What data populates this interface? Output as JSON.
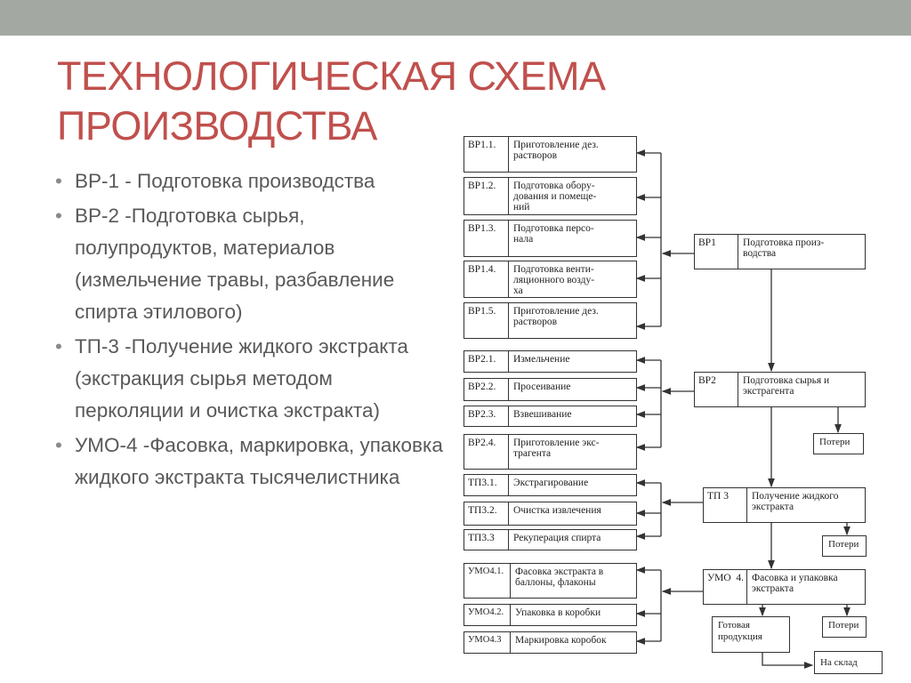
{
  "title": "ТЕХНОЛОГИЧЕСКАЯ СХЕМА ПРОИЗВОДСТВА",
  "bullets": [
    "ВР-1 - Подготовка производства",
    "ВР-2 -Подготовка сырья, полупродуктов, материалов (измельчение травы, разбавление спирта этилового)",
    "ТП-3 -Получение жидкого экстракта (экстракция сырья методом перколяции и очистка экстракта)",
    "УМО-4 -Фасовка, маркировка, упаковка жидкого экстракта тысячелистника"
  ],
  "diagram": {
    "sub": [
      {
        "id": "ВР1.1.",
        "text": "Приготовление дез.\n растворов"
      },
      {
        "id": "ВР1.2.",
        "text": "Подготовка обору-\nдования и помеще-\nний"
      },
      {
        "id": "ВР1.3.",
        "text": "Подготовка персо-\nнала"
      },
      {
        "id": "ВР1.4.",
        "text": "Подготовка венти-\nляционного возду-\nха"
      },
      {
        "id": "ВР1.5.",
        "text": "Приготовление дез.\n растворов"
      },
      {
        "id": "ВР2.1.",
        "text": "Измельчение"
      },
      {
        "id": "ВР2.2.",
        "text": "Просеивание"
      },
      {
        "id": "ВР2.3.",
        "text": "Взвешивание"
      },
      {
        "id": "ВР2.4.",
        "text": "Приготовление экс-\nтрагента"
      },
      {
        "id": "ТП3.1.",
        "text": "Экстрагирование"
      },
      {
        "id": "ТП3.2.",
        "text": "Очистка извлечения"
      },
      {
        "id": "ТП3.3",
        "text": "Рекуперация спирта"
      },
      {
        "id": "УМО4.1.",
        "text": "Фасовка экстракта в\nбаллоны, флаконы"
      },
      {
        "id": "УМО4.2.",
        "text": "Упаковка в коробки"
      },
      {
        "id": "УМО4.3",
        "text": "Маркировка коробок"
      }
    ],
    "main": [
      {
        "id": "ВР1",
        "text": "Подготовка произ-\n водства"
      },
      {
        "id": "ВР2",
        "text": "Подготовка сырья и\nэкстрагента"
      },
      {
        "id": "ТП 3",
        "text": "Получение жидкого\n экстракта"
      },
      {
        "id": "УМО  4.",
        "text": "Фасовка и упаковка\nэкстракта"
      }
    ],
    "losses": "Потери",
    "finished": "Готовая\nпродукция",
    "warehouse": "На склад"
  }
}
